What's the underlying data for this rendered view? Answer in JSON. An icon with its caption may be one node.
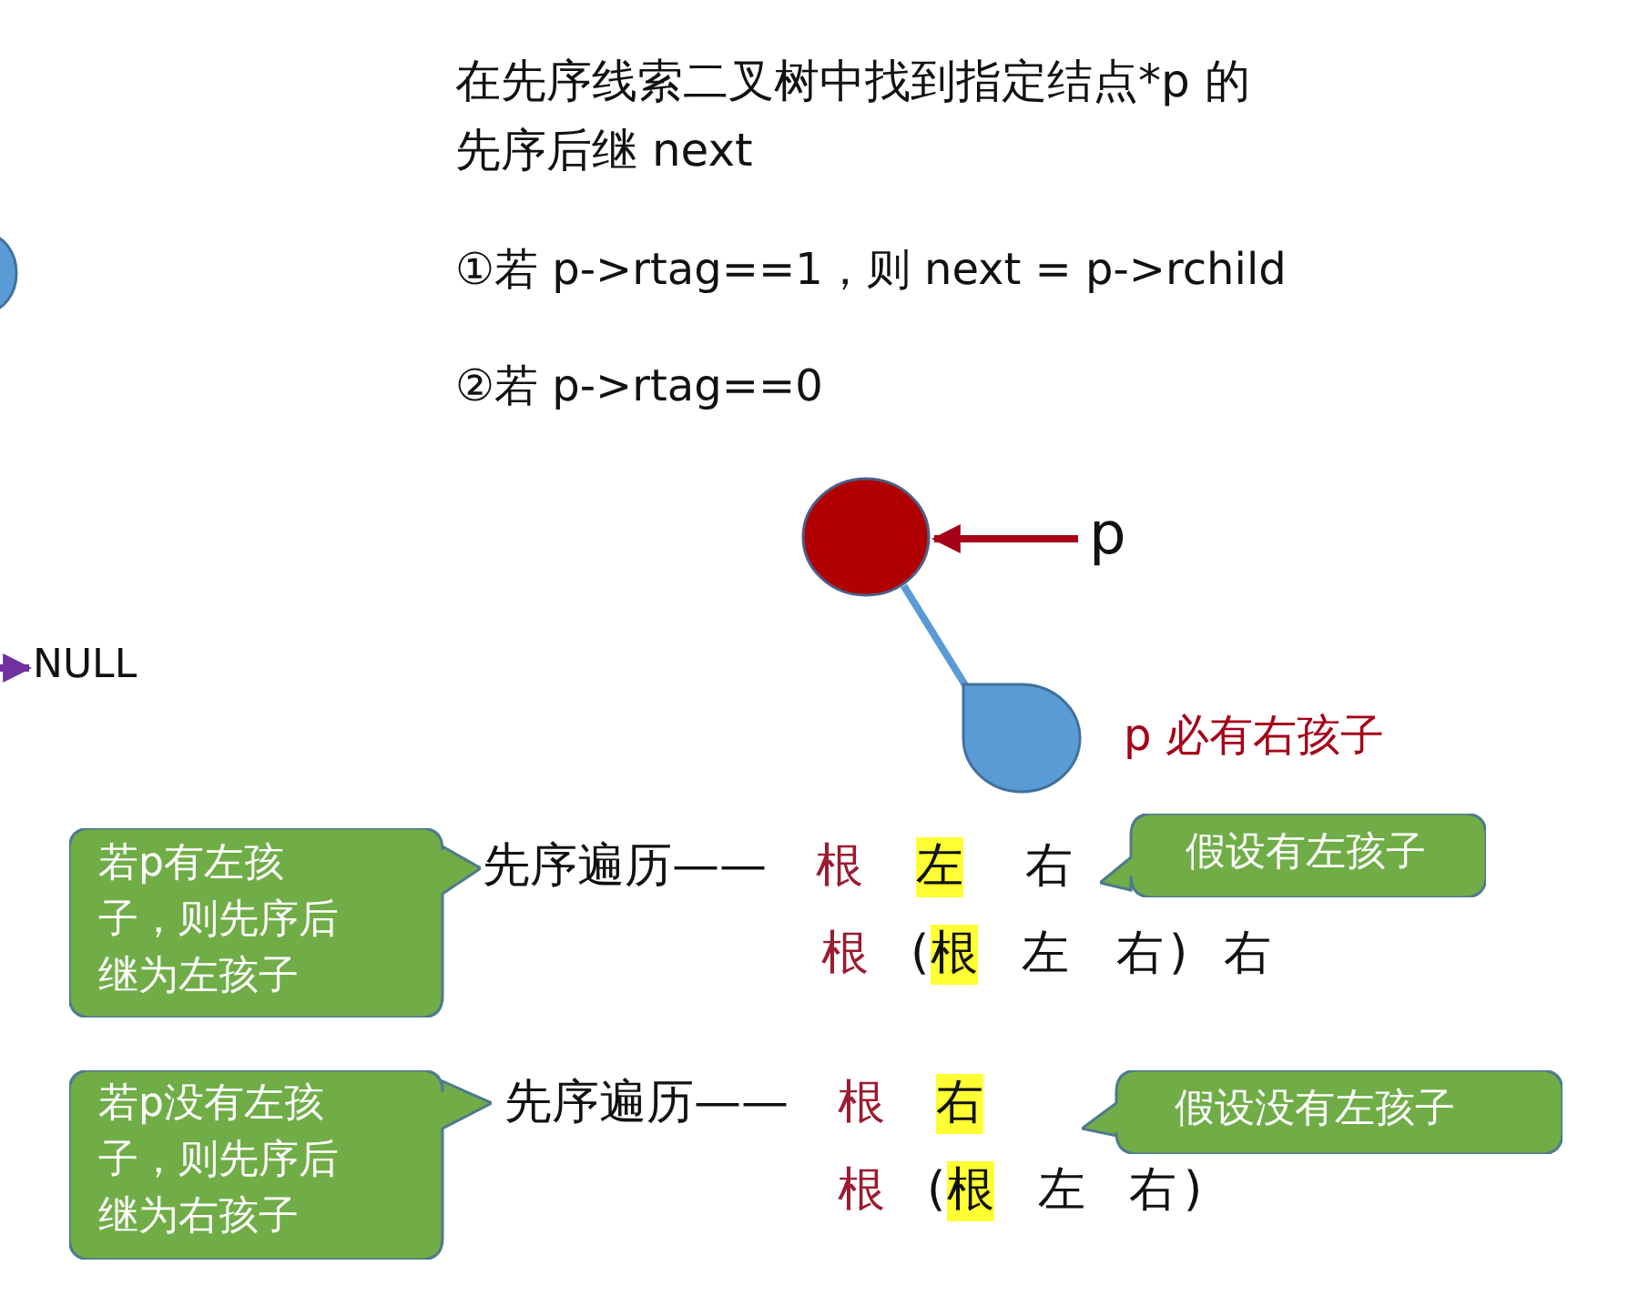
{
  "diagram": {
    "title": "在先序线索二叉树中找到指定结点*p 的先序后继 next",
    "nodes": [
      {
        "text": [],
        "shape": "circle"
      },
      {
        "text": [],
        "shape": "circle"
      },
      {
        "text": [
          "p"
        ]
      },
      {
        "text": [
          "NULL"
        ]
      },
      {
        "text": [],
        "shape": "circle",
        "beside": [
          "p 必有右孩子"
        ]
      },
      {
        "text": [
          "若p有左孩子，则先序后继为左孩子"
        ]
      },
      {
        "text": [
          "假设有左孩子"
        ]
      },
      {
        "text": [
          "若p没有左孩子，则先序后继为右孩子"
        ]
      },
      {
        "text": [
          "假设没有左孩子"
        ]
      }
    ],
    "edges": [
      {
        "from": 2,
        "to": 1,
        "arrow": "to",
        "color": "#a50018"
      },
      {
        "from": 1,
        "to": 4,
        "arrow": "none",
        "color": "#5b9bd5"
      },
      {
        "from": null,
        "to": 3,
        "arrow": "to",
        "color": "#7030a0"
      }
    ],
    "labels": [
      "①若 p->rtag==1，则 next = p->rchild",
      "②若 p->rtag==0",
      "先序遍历——",
      "根",
      "左",
      "右",
      "根",
      "(",
      "根",
      "左",
      "右",
      ")",
      "右",
      "先序遍历——",
      "根",
      "右",
      "根",
      "(",
      "根",
      "左",
      "右",
      ")"
    ]
  }
}
